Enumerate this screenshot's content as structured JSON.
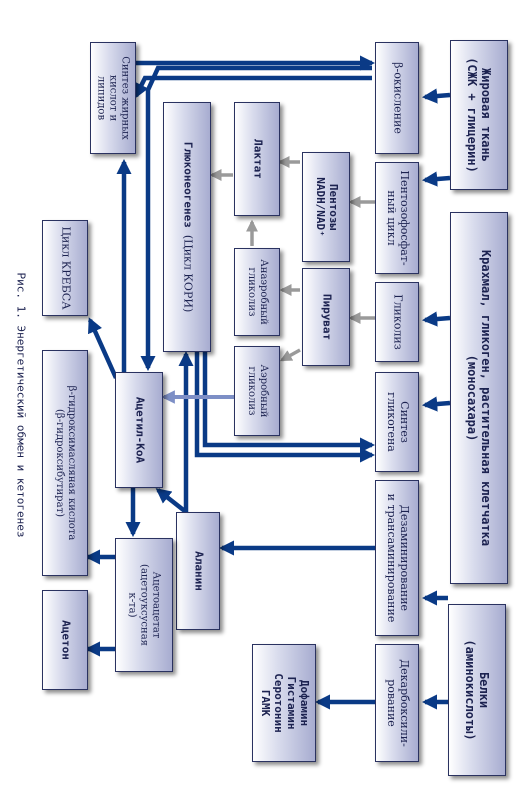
{
  "caption": "Рис. 1. Энергетический обмен и кетогенез",
  "colors": {
    "arrow_main": "#0a3a86",
    "arrow_gray": "#9a9a9a",
    "arrow_light": "#7d8fc6",
    "box_edge": "#2a3260"
  },
  "boxes": {
    "fat_tissue": "Жировая ткань\n(СЖК + глицерин)",
    "carbs": "Крахмал, гликоген, растительная клетчатка\n(моносахара)",
    "proteins": "Белки\n(аминокислоты)",
    "beta_oxidation": "β-окисление",
    "pentose_cycle": "Пентозофосфат-\nный цикл",
    "glycolysis": "Гликолиз",
    "glycogen_synthesis": "Синтез\nгликогена",
    "deamination": "Дезаминирование\nи трансаминирование",
    "decarboxylation": "Декарбоксили-\nрование",
    "fatty_acid_synthesis": "Синтез жирных\nкислот и\nлипидов",
    "pentoses": "Пентозы\nNADH/NAD⁺",
    "pyruvate": "Пируват",
    "lactate": "Лактат",
    "anaerobic": "Анаэробный\nгликолиз",
    "aerobic": "Аэробный\nгликолиз",
    "gluconeogenesis_title": "Глюконеогенез",
    "gluconeogenesis_sub": "(Цикл КОРИ)",
    "acetyl_coa": "Ацетил-КоА",
    "alanine": "Аланин",
    "acetoacetate": "Ацетоацетат\n(ацетоуксусная\nк-та)",
    "krebs": "Цикл КРЕБСА",
    "hydroxybutyric": "β-гидроксимасляная кислота\n(β-гидроксибутират)",
    "acetone": "Ацетон",
    "amines": "Дофамин\nГистамин\nСеротонин\nГАМК"
  }
}
